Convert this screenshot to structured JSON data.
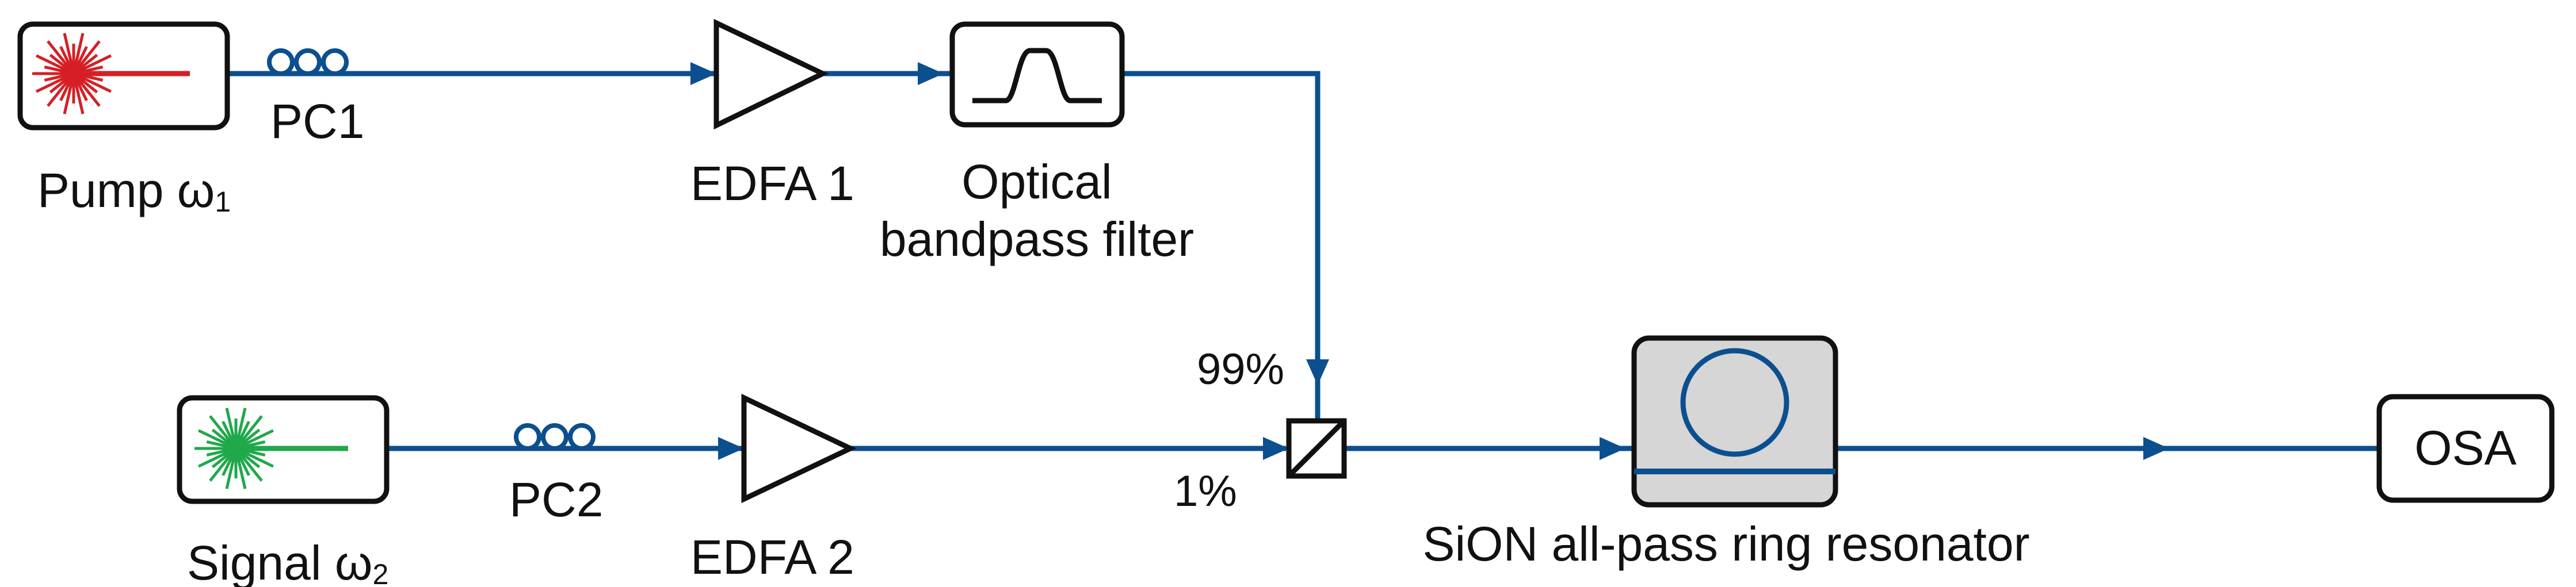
{
  "colors": {
    "fiber": "#0b4f8f",
    "pump_laser": "#d51f25",
    "signal_laser": "#20a84a",
    "box_stroke": "#111111",
    "resonator_fill": "#d6d6d6"
  },
  "labels": {
    "pump_name": "Pump ω",
    "pump_sub": "1",
    "signal_name": "Signal ω",
    "signal_sub": "2",
    "pc1": "PC1",
    "pc2": "PC2",
    "edfa1": "EDFA 1",
    "edfa2": "EDFA 2",
    "filter_line1": "Optical",
    "filter_line2": "bandpass filter",
    "coupler_99": "99%",
    "coupler_1": "1%",
    "resonator": "SiON all-pass ring resonator",
    "osa": "OSA"
  },
  "icons": {
    "pump_laser": "laser-starburst-icon",
    "signal_laser": "laser-starburst-icon",
    "polarization_controller": "fiber-loops-icon",
    "amplifier": "triangle-amplifier-icon",
    "filter": "bandpass-shape-icon",
    "coupler": "beam-splitter-cube-icon",
    "ring": "ring-resonator-icon",
    "arrow": "arrowhead-icon"
  }
}
